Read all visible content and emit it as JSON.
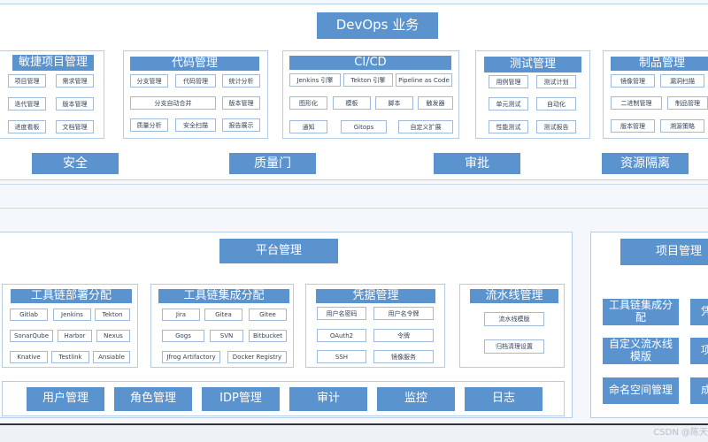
{
  "title": "DevOps 业务",
  "agile": {
    "title": "敏捷项目管理",
    "items": [
      "项目管理",
      "需求管理",
      "迭代管理",
      "版本管理",
      "进度看板",
      "文档管理"
    ]
  },
  "code": {
    "title": "代码管理",
    "items": [
      "分支管理",
      "代码管理",
      "统计分析",
      "分支自动合并",
      "版本管理",
      "质量分析",
      "安全扫描",
      "报告展示"
    ]
  },
  "cicd": {
    "title": "CI/CD",
    "items": [
      "Jenkins 引擎",
      "Tekton 引擎",
      "Pipeline as Code",
      "图形化",
      "模板",
      "脚本",
      "触发器",
      "通知",
      "Gitops",
      "自定义扩展"
    ]
  },
  "test": {
    "title": "测试管理",
    "items": [
      "用例管理",
      "测试计划",
      "单元测试",
      "自动化",
      "性能测试",
      "测试报告"
    ]
  },
  "artifact": {
    "title": "制品管理",
    "items": [
      "镜像管理",
      "漏洞扫描",
      "二进制管理",
      "制品管理",
      "版本管理",
      "溯源策略"
    ]
  },
  "business_bar": [
    "安全",
    "质量门",
    "审批",
    "资源隔离"
  ],
  "platform": {
    "title": "平台管理",
    "deploy": {
      "title": "工具链部署分配",
      "items": [
        "Gitlab",
        "Jenkins",
        "Tekton",
        "SonarQube",
        "Harbor",
        "Nexus",
        "Knative",
        "Testlink",
        "Ansiable"
      ]
    },
    "integrate": {
      "title": "工具链集成分配",
      "items": [
        "Jira",
        "Gitea",
        "Gitee",
        "Gogs",
        "SVN",
        "Bitbucket",
        "Jfrog Artifactory",
        "Docker Registry"
      ]
    },
    "credential": {
      "title": "凭据管理",
      "items": [
        "用户名密码",
        "用户名令牌",
        "OAuth2",
        "令牌",
        "SSH",
        "镜像服务"
      ]
    },
    "pipeline": {
      "title": "流水线管理",
      "items": [
        "流水线模版",
        "归档清理设置"
      ]
    },
    "bottom": [
      "用户管理",
      "角色管理",
      "IDP管理",
      "审计",
      "监控",
      "日志"
    ]
  },
  "project": {
    "title": "项目管理",
    "items": [
      "工具链集成分配",
      "自定义流水线模版",
      "命名空间管理"
    ],
    "cut_items": [
      "凭",
      "项",
      "成"
    ]
  },
  "watermark": "CSDN @陈天"
}
